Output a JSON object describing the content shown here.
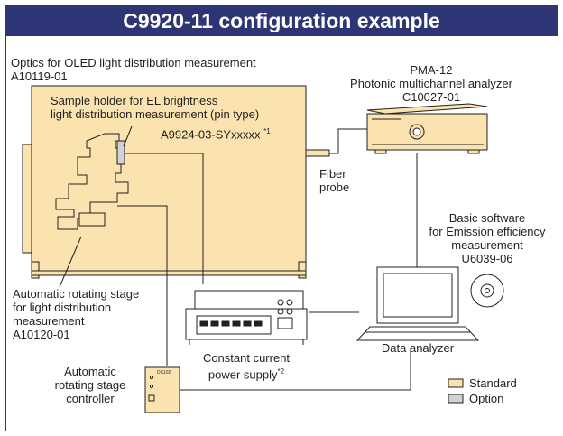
{
  "title": "C9920-11 configuration example",
  "labels": {
    "optics_line1": "Optics for OLED light distribution measurement",
    "optics_line2": "A10119-01",
    "holder_line1": "Sample holder for EL brightness",
    "holder_line2": "light distribution  measurement (pin type)",
    "holder_line3": "A9924-03-SYxxxxx",
    "holder_note": "*1",
    "pma_line1": "PMA-12",
    "pma_line2": "Photonic multichannel analyzer",
    "pma_line3": "C10027-01",
    "fiber_line1": "Fiber",
    "fiber_line2": "probe",
    "sw_line1": "Basic software",
    "sw_line2": "for Emission efficiency",
    "sw_line3": "measurement",
    "sw_line4": "U6039-06",
    "stage_line1": "Automatic rotating stage",
    "stage_line2": "for light distribution",
    "stage_line3": "measurement",
    "stage_line4": "A10120-01",
    "psu_line1": "Constant current",
    "psu_line2": "power supply",
    "psu_note": "*2",
    "analyzer": "Data analyzer",
    "ctrl_line1": "Automatic",
    "ctrl_line2": "rotating stage",
    "ctrl_line3": "controller",
    "ctrl_badge": "DS102"
  },
  "legend": [
    {
      "label": "Standard",
      "color": "#fbe3b0"
    },
    {
      "label": "Option",
      "color": "#d0d2d3"
    }
  ],
  "colors": {
    "title_bg": "#2e3574",
    "standard_fill": "#fbe3b0",
    "option_fill": "#d0d2d3",
    "line": "#231f20"
  }
}
